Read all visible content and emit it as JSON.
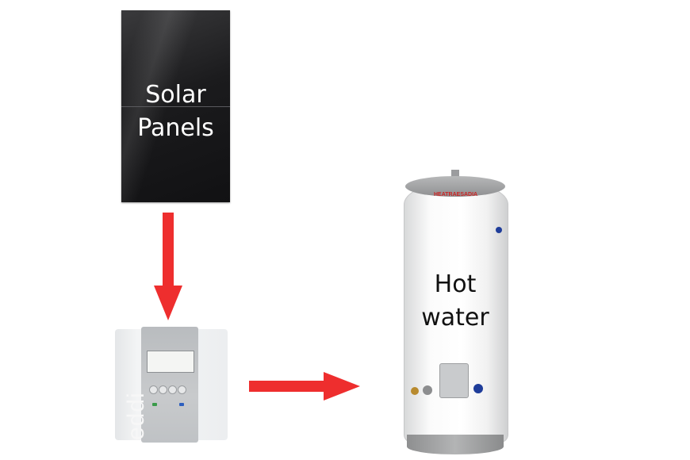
{
  "diagram": {
    "nodes": [
      {
        "id": "solar",
        "label_line1": "Solar",
        "label_line2": "Panels"
      },
      {
        "id": "diverter",
        "brand": "eddi"
      },
      {
        "id": "cylinder",
        "label_line1": "Hot",
        "label_line2": "water",
        "brand": "HEATRAESADIA"
      }
    ],
    "edges": [
      {
        "from": "solar",
        "to": "diverter",
        "color": "#ee2e2e"
      },
      {
        "from": "diverter",
        "to": "cylinder",
        "color": "#ee2e2e"
      }
    ]
  }
}
